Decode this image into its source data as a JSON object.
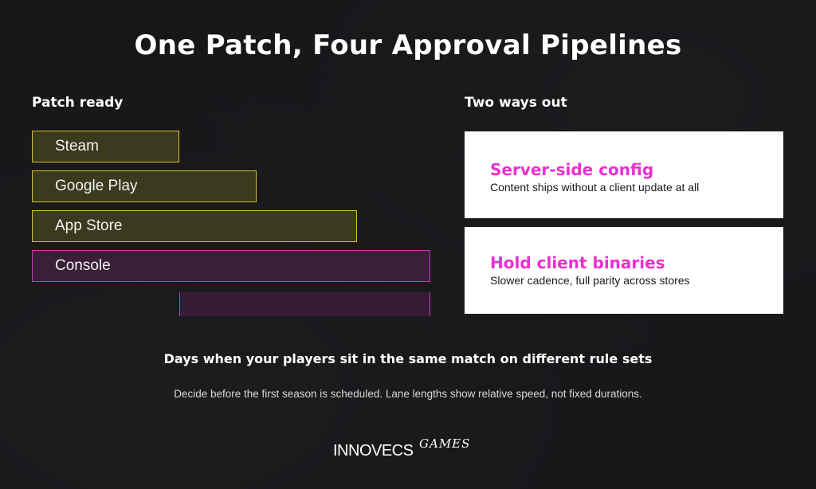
{
  "title": "One Patch, Four Approval Pipelines",
  "left_section": {
    "label": "Patch ready",
    "lanes": [
      {
        "label": "Steam",
        "relative_length": 0.37,
        "color": "#d4c22a"
      },
      {
        "label": "Google Play",
        "relative_length": 0.564,
        "color": "#d4c22a"
      },
      {
        "label": "App Store",
        "relative_length": 0.816,
        "color": "#d4c22a"
      },
      {
        "label": "Console",
        "relative_length": 1.0,
        "color": "#c23bb5"
      }
    ]
  },
  "right_section": {
    "label": "Two ways out",
    "options": [
      {
        "title": "Server-side config",
        "description": "Content ships without a client update at all"
      },
      {
        "title": "Hold client binaries",
        "description": "Slower cadence, full parity across stores"
      }
    ]
  },
  "caption": "Days when your players sit in the same match on different rule sets",
  "footnote": "Decide before the first season is scheduled. Lane lengths show relative speed, not fixed durations.",
  "logo": {
    "main": "INNOVECS",
    "script": "GAMES"
  },
  "colors": {
    "background": "#17171a",
    "accent_yellow": "#d4c22a",
    "accent_pink": "#ec2fd0"
  }
}
